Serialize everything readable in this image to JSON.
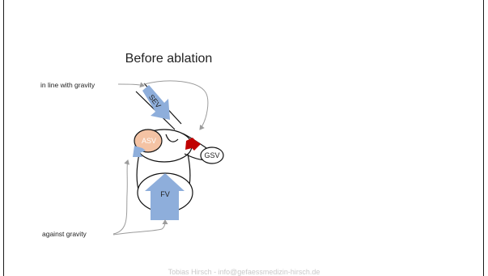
{
  "slide": {
    "title": "Before ablation",
    "footer": "Tobias Hirsch - info@gefaessmedizin-hirsch.de"
  },
  "labels": {
    "in_line": "in line with gravity",
    "against": "against gravity"
  },
  "vessels": {
    "sev": "SEV",
    "asv": "ASV",
    "gsv": "GSV",
    "fv": "FV"
  },
  "colors": {
    "flow_arrow": "#8eaedb",
    "reflux_arrow": "#c00000",
    "asv_fill": "#f4c3a4",
    "annotation_line": "#9c9c9c",
    "footer_text": "#c9c9c9"
  }
}
